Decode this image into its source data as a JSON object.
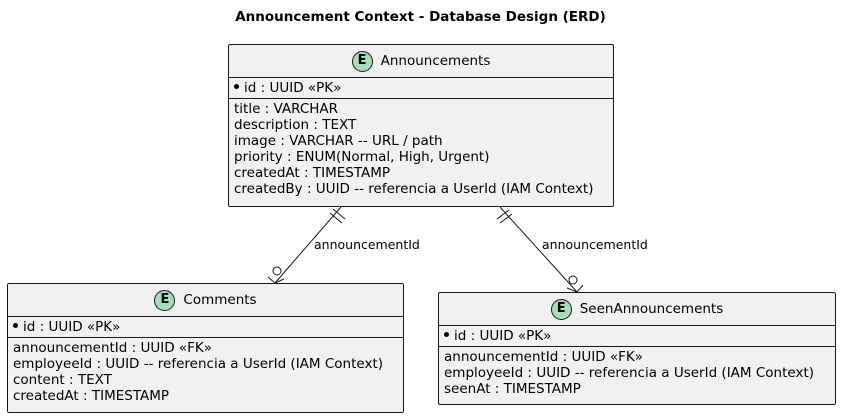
{
  "title": "Announcement Context - Database Design (ERD)",
  "entities": {
    "announcements": {
      "name": "Announcements",
      "badge": "E",
      "keys": [
        "id : UUID «PK»"
      ],
      "fields": [
        "title : VARCHAR",
        "description : TEXT",
        "image : VARCHAR -- URL / path",
        "priority : ENUM(Normal, High, Urgent)",
        "createdAt : TIMESTAMP",
        "createdBy : UUID -- referencia a UserId (IAM Context)"
      ]
    },
    "comments": {
      "name": "Comments",
      "badge": "E",
      "keys": [
        "id : UUID «PK»"
      ],
      "fields": [
        "announcementId : UUID «FK»",
        "employeeId : UUID -- referencia a UserId (IAM Context)",
        "content : TEXT",
        "createdAt : TIMESTAMP"
      ]
    },
    "seen": {
      "name": "SeenAnnouncements",
      "badge": "E",
      "keys": [
        "id : UUID «PK»"
      ],
      "fields": [
        "announcementId : UUID «FK»",
        "employeeId : UUID -- referencia a UserId (IAM Context)",
        "seenAt : TIMESTAMP"
      ]
    }
  },
  "relations": {
    "to_comments": "announcementId",
    "to_seen": "announcementId"
  }
}
